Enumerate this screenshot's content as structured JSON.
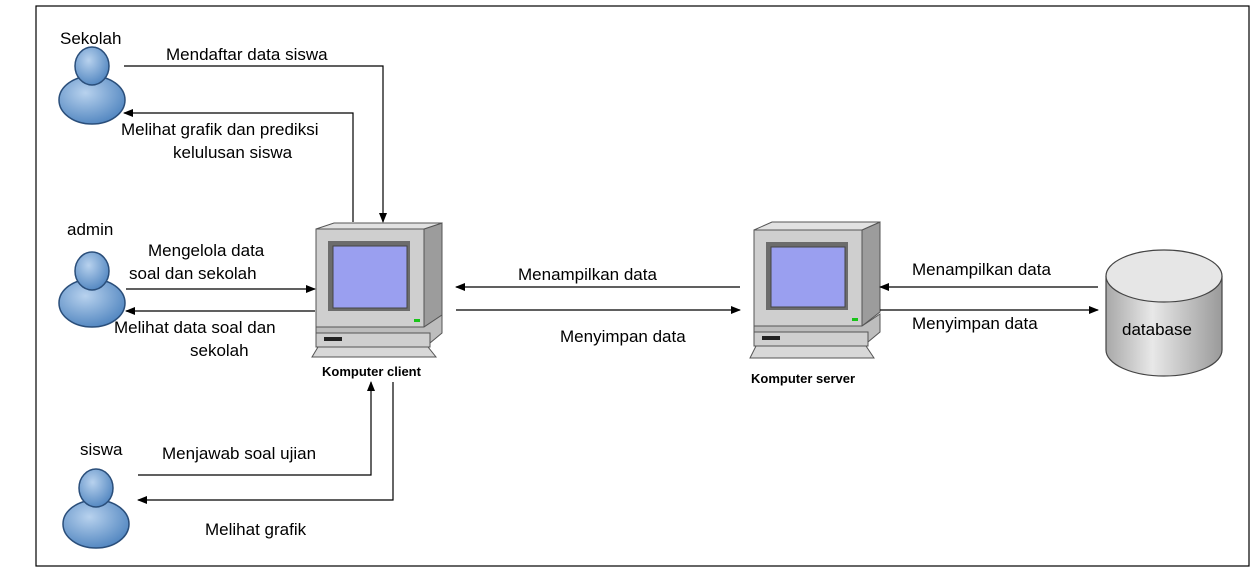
{
  "actors": {
    "sekolah": "Sekolah",
    "admin": "admin",
    "siswa": "siswa"
  },
  "computers": {
    "client": "Komputer client",
    "server": "Komputer server"
  },
  "database": "database",
  "flows": {
    "mendaftar": "Mendaftar data siswa",
    "melihat_grafik_prediksi_1": "Melihat grafik dan prediksi",
    "melihat_grafik_prediksi_2": "kelulusan siswa",
    "mengelola_1": "Mengelola data",
    "mengelola_2": "soal dan sekolah",
    "melihat_soal_1": "Melihat data soal dan",
    "melihat_soal_2": "sekolah",
    "menjawab": "Menjawab soal ujian",
    "melihat_grafik": "Melihat grafik",
    "client_server_show": "Menampilkan data",
    "client_server_save": "Menyimpan data",
    "server_db_show": "Menampilkan data",
    "server_db_save": "Menyimpan data"
  },
  "colors": {
    "actor_blue": "#6f9fcf",
    "screen_blue": "#9a9ff0",
    "computer_grey": "#c8c8c8",
    "db_grey": "#d0d0d0"
  }
}
